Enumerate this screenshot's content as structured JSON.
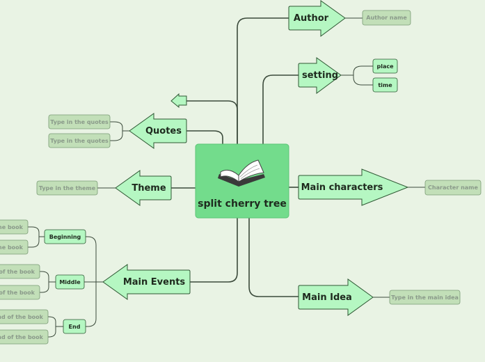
{
  "central": {
    "title": "split cherry tree",
    "icon": "open-book-icon"
  },
  "author": {
    "label": "Author",
    "placeholder": "Author name"
  },
  "setting": {
    "label": "setting",
    "children": [
      "place",
      "time"
    ]
  },
  "quotes": {
    "label": "Quotes",
    "placeholders": [
      "Type in the quotes",
      "Type in the quotes"
    ]
  },
  "theme": {
    "label": "Theme",
    "placeholder": "Type in the theme"
  },
  "main_characters": {
    "label": "Main characters",
    "placeholder": "Character name"
  },
  "main_idea": {
    "label": "Main Idea",
    "placeholder": "Type in the main idea"
  },
  "main_events": {
    "label": "Main Events",
    "beginning": {
      "label": "Beginning",
      "items": [
        "the book",
        "the book"
      ]
    },
    "middle": {
      "label": "Middle",
      "items": [
        "e of the book",
        "e of the book"
      ]
    },
    "end": {
      "label": "End",
      "items": [
        "end of the book",
        "end of the book"
      ]
    }
  },
  "colors": {
    "node_fill": "#b5f7c2",
    "node_stroke": "#2e5733",
    "central_fill": "#73dc8c",
    "placeholder_fill": "#c2dfb8",
    "background": "#e9f3e4"
  }
}
